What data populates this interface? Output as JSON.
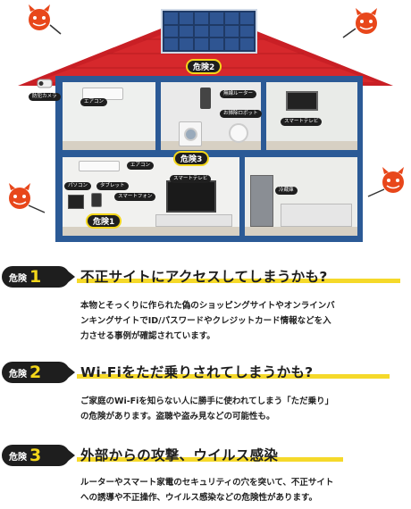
{
  "illustration": {
    "labels": {
      "security_camera": "防犯カメラ",
      "aircon_1": "エアコン",
      "router": "無線ルーター",
      "robot_vacuum": "お掃除ロボット",
      "smart_tv_1": "スマートテレビ",
      "aircon_2": "エアコン",
      "pc": "パソコン",
      "tablet": "タブレット",
      "smartphone": "スマートフォン",
      "smart_tv_2": "スマートテレビ",
      "fridge": "冷蔵庫"
    },
    "danger_tags": {
      "d1": "危険1",
      "d2": "危険2",
      "d3": "危険3"
    },
    "colors": {
      "roof": "#d6282c",
      "wall": "#2b5a96",
      "accent_yellow": "#f3d61a",
      "devil": "#e8471b"
    }
  },
  "sections": [
    {
      "badge_prefix": "危険",
      "badge_num": "1",
      "headline": "不正サイトにアクセスしてしまうかも?",
      "body_lines": [
        "本物とそっくりに作られた偽のショッピングサイトやオンラインバ",
        "ンキングサイトでID/パスワードやクレジットカード情報などを入",
        "力させる事例が確認されています。"
      ]
    },
    {
      "badge_prefix": "危険",
      "badge_num": "2",
      "headline": "Wi-Fiをただ乗りされてしまうかも?",
      "body_lines": [
        "ご家庭のWi-Fiを知らない人に勝手に使われてしまう「ただ乗り」",
        "の危険があります。盗聴や盗み見などの可能性も。"
      ]
    },
    {
      "badge_prefix": "危険",
      "badge_num": "3",
      "headline": "外部からの攻撃、ウイルス感染",
      "body_lines": [
        "ルーターやスマート家電のセキュリティの穴を突いて、不正サイト",
        "への誘導や不正操作、ウイルス感染などの危険性があります。"
      ]
    }
  ]
}
